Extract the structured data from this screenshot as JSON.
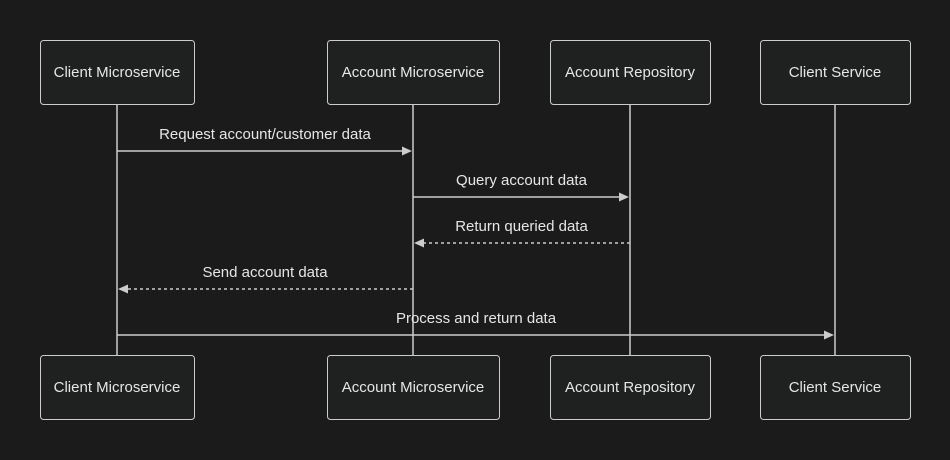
{
  "participants": [
    {
      "id": "client_ms",
      "label": "Client Microservice"
    },
    {
      "id": "account_ms",
      "label": "Account Microservice"
    },
    {
      "id": "account_repo",
      "label": "Account Repository"
    },
    {
      "id": "client_svc",
      "label": "Client Service"
    }
  ],
  "messages": [
    {
      "from": "client_ms",
      "to": "account_ms",
      "label": "Request account/customer data",
      "style": "solid"
    },
    {
      "from": "account_ms",
      "to": "account_repo",
      "label": "Query account data",
      "style": "solid"
    },
    {
      "from": "account_repo",
      "to": "account_ms",
      "label": "Return queried data",
      "style": "dashed"
    },
    {
      "from": "account_ms",
      "to": "client_ms",
      "label": "Send account data",
      "style": "dashed"
    },
    {
      "from": "client_ms",
      "to": "client_svc",
      "label": "Process and return data",
      "style": "solid"
    }
  ]
}
